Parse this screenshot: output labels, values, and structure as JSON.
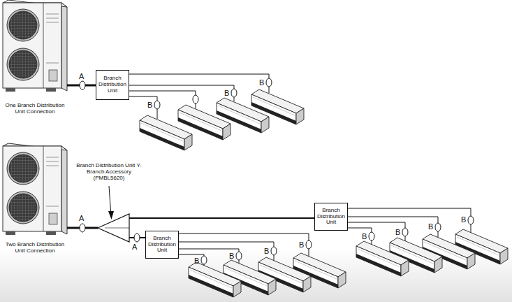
{
  "diagram": {
    "nodes": [
      {
        "text": [
          "Branch Distribution Unit"
        ]
      },
      {
        "text": [
          "Branch Distribution Unit"
        ]
      },
      {
        "text": [
          "Branch Distribution Unit"
        ]
      }
    ],
    "labels": [
      "A",
      "B",
      "B",
      "B",
      "One Branch Distribution Unit Connection",
      "Branch Distribution Unit Y-Branch Accessory (PMBL5620)",
      "A",
      "A",
      "B",
      "B",
      "B",
      "B",
      "B",
      "B",
      "B",
      "B",
      "Two Branch Distribution Unit Connection"
    ]
  }
}
